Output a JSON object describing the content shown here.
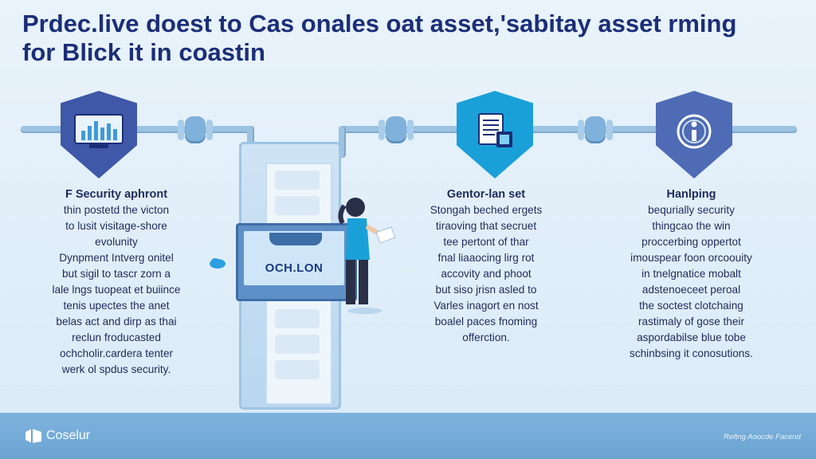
{
  "title": {
    "line1": "Prdec.live doest to Cas onales oat asset,'sabitay asset rming",
    "line2": "for Blick it in coastin"
  },
  "columns": [
    {
      "heading": "F Security aphront",
      "lines": [
        "thin postetd the victon",
        "to lusit visitage-shore",
        "evolunity",
        "Dynpment Intverg onitel",
        "but sigil to tascr zorn a",
        "lale lngs tuopeat et buiince",
        "tenis upectes the anet",
        "belas act and dirp as thai",
        "reclun froducasted",
        "ochcholir.cardera tenter",
        "werk ol spdus security."
      ]
    },
    {
      "heading": "Gentor-lan set",
      "lines": [
        "Stongah beched ergets",
        "tiraoving that secruet",
        "tee pertont of thar",
        "fnal liaaocing lirg rot",
        "accovity and phoot",
        "but siso jrisn asled to",
        "Varles inagort en nost",
        "boalel paces fnoming",
        "offerction."
      ]
    },
    {
      "heading": "Hanlping",
      "lines": [
        "bequrially security",
        "thingcao the win",
        "proccerbing oppertot",
        "imouspear foon orcoouity",
        "in tnelgnatice mobalt",
        "adstenoeceet peroal",
        "the soctest clotchaing",
        "rastimaly of gose their",
        "aspordabilse blue tobe",
        "schinbsing it conosutions."
      ]
    }
  ],
  "center_monitor": {
    "label": "OCH.LON"
  },
  "footer": {
    "brand": "Coselur",
    "note": "Reftng Aoocde Facend"
  },
  "icons": [
    "chart-icon",
    "document-icon",
    "info-icon",
    "cloud-icon",
    "footer-logo-icon"
  ],
  "colors": {
    "title": "#1b2e78",
    "shield_dark": "#3f58a7",
    "shield_cyan": "#1aa0d8",
    "pipe": "#9cc3e2",
    "footer": "#6aa4d3"
  }
}
